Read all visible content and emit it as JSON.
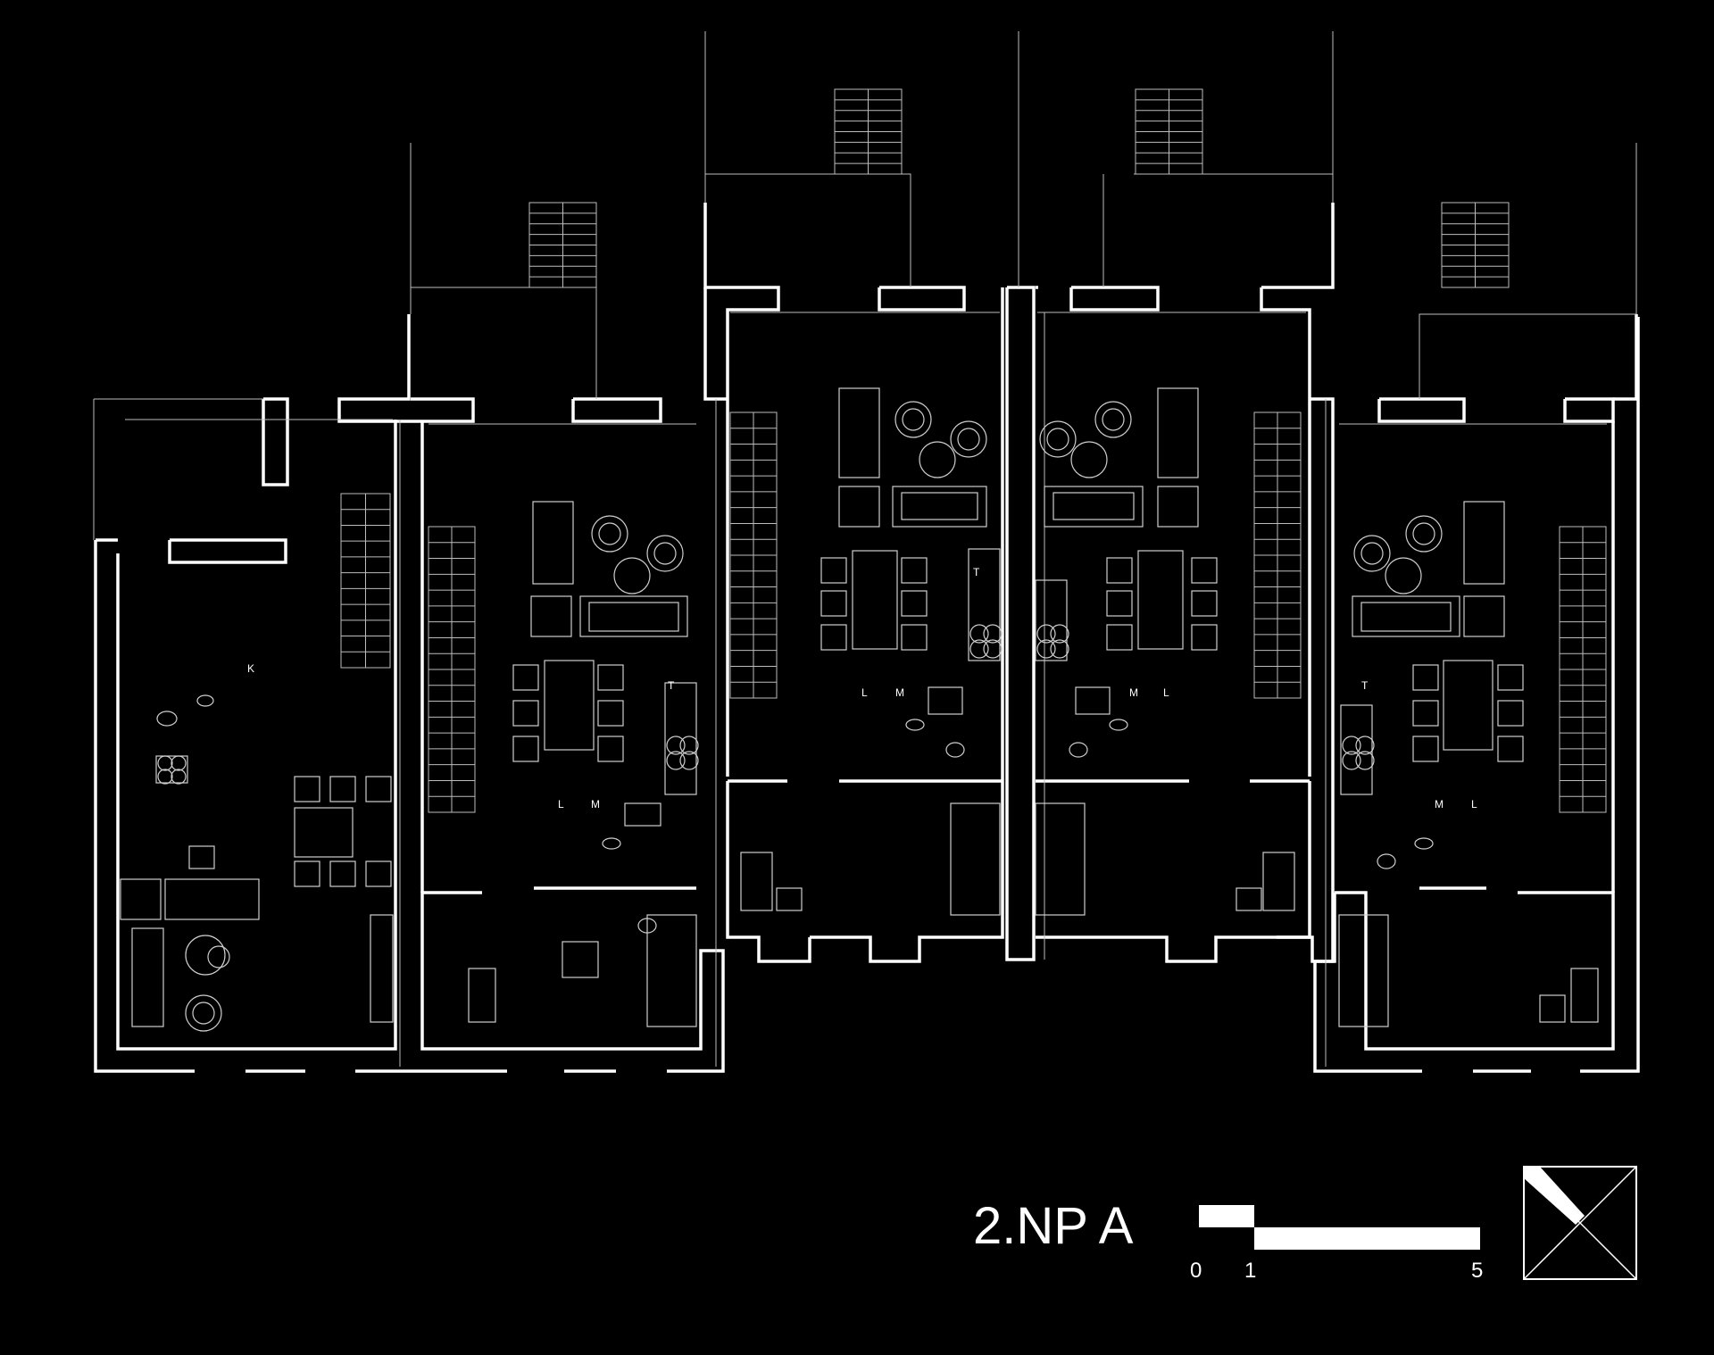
{
  "drawing": {
    "title": "2.NP A",
    "scale": {
      "labels": [
        "0",
        "1",
        "5"
      ]
    },
    "room_labels": {
      "laundry": "L",
      "storage": "M",
      "fridge": "T",
      "boiler": "K"
    },
    "colors": {
      "background": "#000000",
      "lines": "#ffffff"
    }
  },
  "icons": [
    "north-arrow-icon",
    "scale-bar-icon"
  ]
}
